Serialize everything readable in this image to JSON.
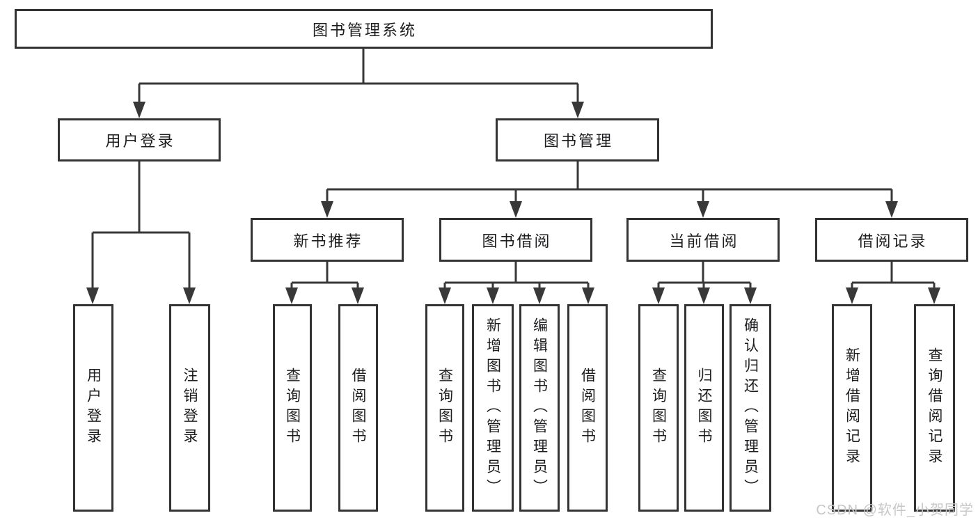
{
  "nodes": {
    "root": {
      "label": "图书管理系统"
    },
    "level2": [
      {
        "label": "用户登录"
      },
      {
        "label": "图书管理"
      }
    ],
    "level3": [
      {
        "label": "新书推荐"
      },
      {
        "label": "图书借阅"
      },
      {
        "label": "当前借阅"
      },
      {
        "label": "借阅记录"
      }
    ],
    "leaves_login": [
      {
        "label": "用户登录"
      },
      {
        "label": "注销登录"
      }
    ],
    "leaves_recommend": [
      {
        "label": "查询图书"
      },
      {
        "label": "借阅图书"
      }
    ],
    "leaves_borrow": [
      {
        "label": "查询图书"
      },
      {
        "label": "新增图书（管理员）"
      },
      {
        "label": "编辑图书（管理员）"
      },
      {
        "label": "借阅图书"
      }
    ],
    "leaves_current": [
      {
        "label": "查询图书"
      },
      {
        "label": "归还图书"
      },
      {
        "label": "确认归还（管理员）"
      }
    ],
    "leaves_records": [
      {
        "label": "新增借阅记录"
      },
      {
        "label": "查询借阅记录"
      }
    ]
  },
  "watermark": {
    "text": "CSDN @软件_小贺同学"
  },
  "colors": {
    "line": "#383838",
    "border": "#333333",
    "fill": "#ffffff",
    "text": "#1d1d1f",
    "watermark": "#c7c7c7"
  }
}
